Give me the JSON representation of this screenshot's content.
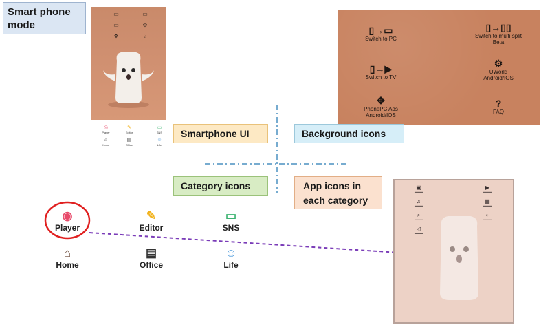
{
  "mode_label": "Smart phone mode",
  "callouts": {
    "smartphone_ui": "Smartphone UI",
    "background_icons": "Background icons",
    "category_icons": "Category icons",
    "app_icons_line1": "App icons in",
    "app_icons_line2": "each category"
  },
  "background_panel": {
    "switch_pc": "Switch to PC",
    "switch_multi_line1": "Switch to multi split",
    "switch_multi_line2": "Beta",
    "switch_tv": "Switch to TV",
    "uworld_line1": "UWorld",
    "uworld_line2": "Android/IOS",
    "phonepc_line1": "PhonePC Ads",
    "phonepc_line2": "Android/IOS",
    "faq": "FAQ"
  },
  "categories": [
    {
      "label": "Player",
      "icon": "play-circle-icon",
      "color": "#e84a6a"
    },
    {
      "label": "Editor",
      "icon": "pencil-icon",
      "color": "#f2b21b"
    },
    {
      "label": "SNS",
      "icon": "chat-bubble-icon",
      "color": "#3cb371"
    },
    {
      "label": "Home",
      "icon": "house-icon",
      "color": "#6b4a3a"
    },
    {
      "label": "Office",
      "icon": "document-icon",
      "color": "#333333"
    },
    {
      "label": "Life",
      "icon": "people-icon",
      "color": "#3a8fd8"
    }
  ],
  "colors": {
    "highlight_circle": "#e02020",
    "arrow": "#7a3cb8",
    "divider": "#4a90c0"
  }
}
